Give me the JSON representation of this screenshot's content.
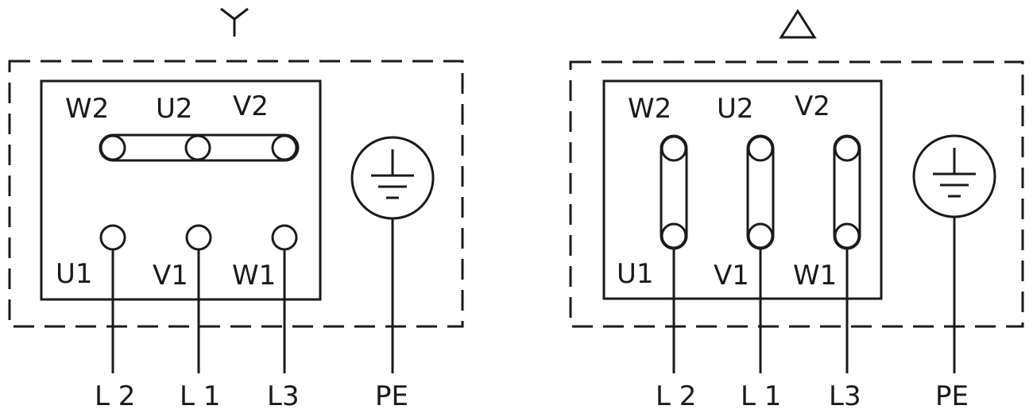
{
  "colors": {
    "line": "#1a1a1a",
    "background": "#ffffff"
  },
  "star": {
    "symbol": "star-symbol-icon",
    "terminals_top": [
      "W2",
      "U2",
      "V2"
    ],
    "terminals_bottom": [
      "U1",
      "V1",
      "W1"
    ],
    "lines": [
      "L 2",
      "L 1",
      "L3"
    ],
    "earth_label": "PE",
    "earth_symbol": "ground-icon"
  },
  "delta": {
    "symbol": "delta-symbol-icon",
    "terminals_top": [
      "W2",
      "U2",
      "V2"
    ],
    "terminals_bottom": [
      "U1",
      "V1",
      "W1"
    ],
    "lines": [
      "L 2",
      "L 1",
      "L3"
    ],
    "earth_label": "PE",
    "earth_symbol": "ground-icon"
  }
}
